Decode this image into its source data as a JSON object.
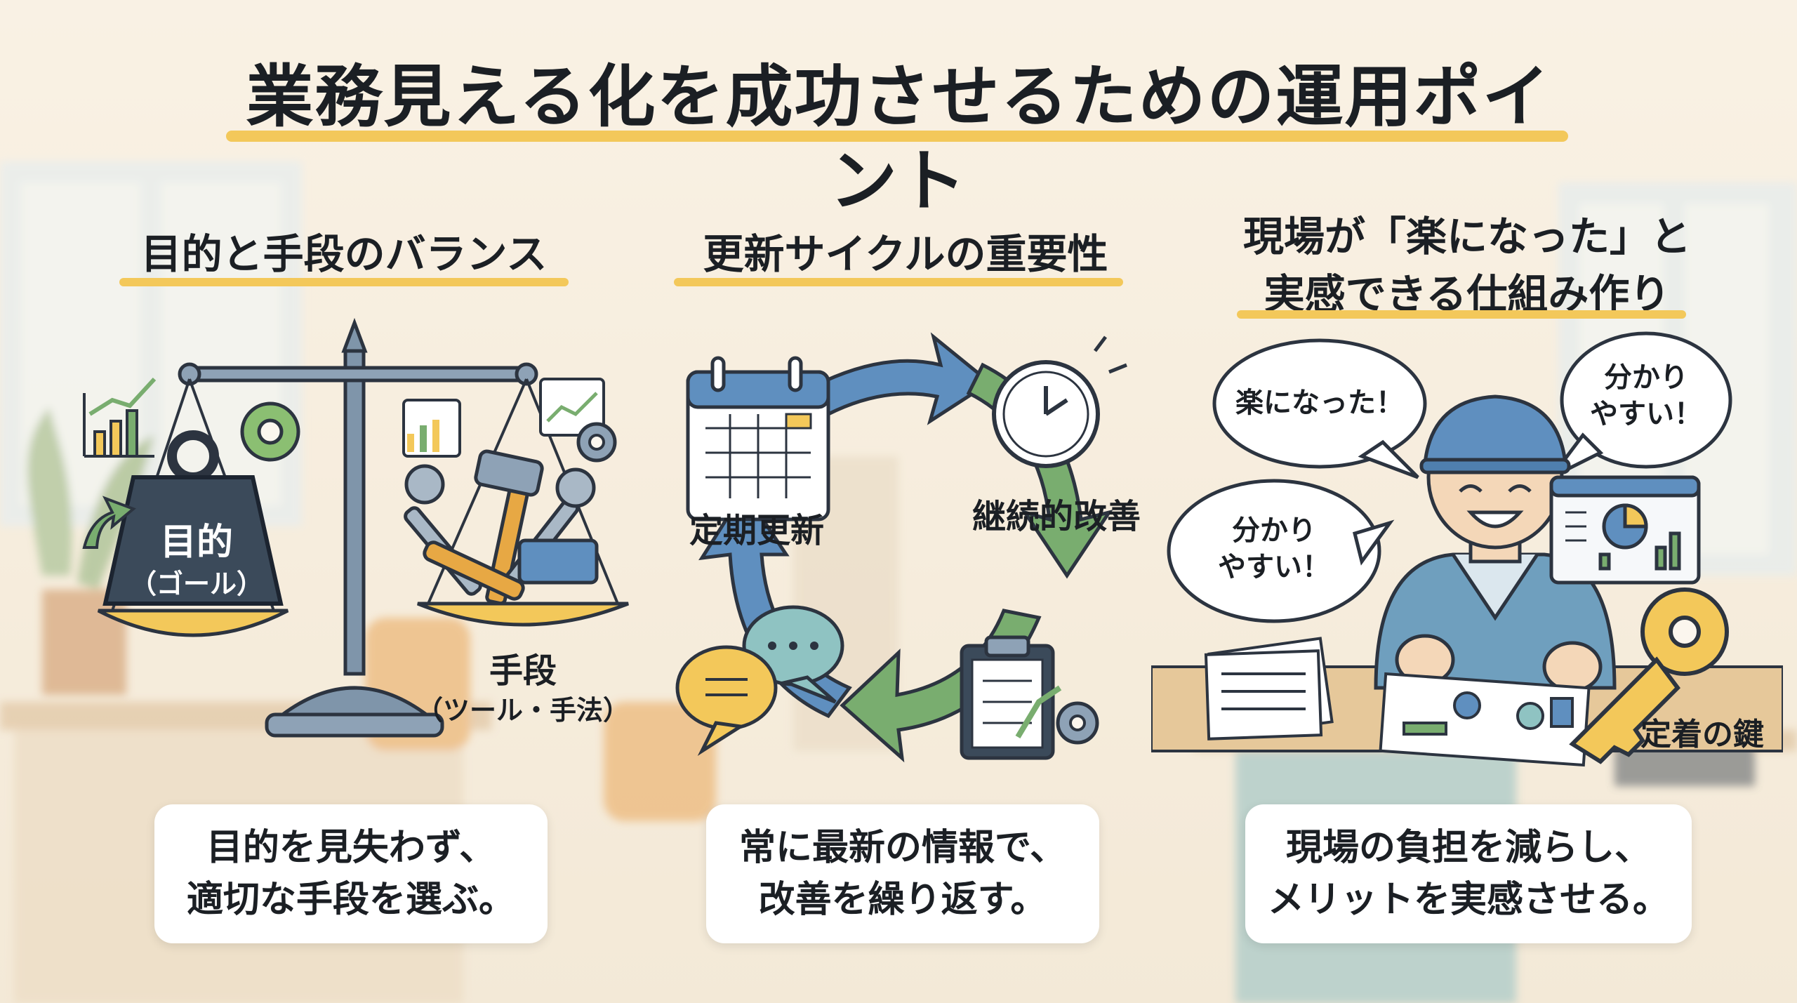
{
  "title": "業務見える化を成功させるための運用ポイント",
  "columns": [
    {
      "title_lines": [
        "目的と手段のバランス"
      ],
      "weight_label": "目的",
      "weight_sublabel": "（ゴール）",
      "tools_label": "手段",
      "tools_sublabel": "（ツール・手法）",
      "caption_lines": [
        "目的を見失わず、",
        "適切な手段を選ぶ。"
      ]
    },
    {
      "title_lines": [
        "更新サイクルの重要性"
      ],
      "cycle_left_label": "定期更新",
      "cycle_right_label": "継続的改善",
      "caption_lines": [
        "常に最新の情報で、",
        "改善を繰り返す。"
      ]
    },
    {
      "title_lines": [
        "現場が「楽になった」と",
        "実感できる仕組み作り"
      ],
      "bubbles": [
        {
          "lines": [
            "楽になった！"
          ]
        },
        {
          "lines": [
            "分かり",
            "やすい！"
          ]
        },
        {
          "lines": [
            "分かり",
            "やすい！"
          ]
        }
      ],
      "key_label": "定着の鍵",
      "caption_lines": [
        "現場の負担を減らし、",
        "メリットを実感させる。"
      ]
    }
  ],
  "colors": {
    "accent_yellow": "#f3c85a",
    "arrow_blue": "#5f8fbf",
    "arrow_green": "#79ad6f",
    "steel": "#8193a6"
  },
  "icons": [
    "balance-scale-icon",
    "weight-icon",
    "tools-icon",
    "gear-icon",
    "chart-icon",
    "calendar-icon",
    "clock-icon",
    "clipboard-icon",
    "chat-icon",
    "worker-icon",
    "key-icon",
    "documents-icon",
    "dashboard-icon"
  ]
}
